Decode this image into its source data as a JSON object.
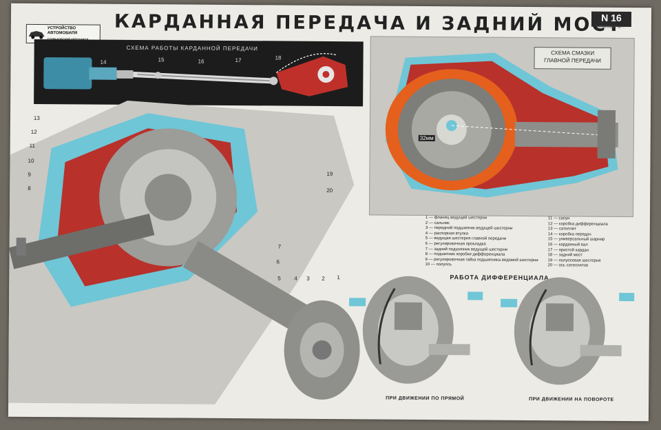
{
  "poster": {
    "title": "КАРДАННАЯ ПЕРЕДАЧА И ЗАДНИЙ МОСТ",
    "series_logo": [
      "УСТРОЙСТВО",
      "АВТОМОБИЛЯ",
      "Г.ГОРЬКОВСКИЙ АВТОЗАВОД"
    ],
    "sheet_number": "N 16",
    "sheet_sub": "КОМПЛЕКТ № ..."
  },
  "top_scheme": {
    "label": "СХЕМА РАБОТЫ КАРДАННОЙ ПЕРЕДАЧИ",
    "callouts": [
      "14",
      "15",
      "16",
      "17",
      "18"
    ]
  },
  "lubrication": {
    "label_line1": "СХЕМА СМАЗКИ",
    "label_line2": "ГЛАВНОЙ ПЕРЕДАЧИ",
    "dimension": "32мм"
  },
  "main_callouts": [
    "13",
    "12",
    "11",
    "10",
    "9",
    "8",
    "19",
    "20",
    "7",
    "6",
    "5",
    "4",
    "3",
    "2",
    "1"
  ],
  "legend": {
    "left": [
      "1 — фланец ведущей шестерни",
      "2 — сальник",
      "3 — передний подшипник ведущей шестерни",
      "4 — распорная втулка",
      "5 — ведущая шестерня главной передачи",
      "6 — регулировочная прокладка",
      "7 — задний подшипник ведущей шестерни",
      "8 — подшипник коробки дифференциала",
      "9 — регулировочная гайка подшипника ведомой шестерни",
      "10 — полуось"
    ],
    "right": [
      "11 — сапун",
      "12 — коробка дифференциала",
      "13 — сателлит",
      "14 — коробка передач",
      "15 — универсальный шарнир",
      "16 — карданный вал",
      "17 — пристой кардан",
      "18 — задний мост",
      "19 — полуосевая шестерня",
      "20 — ось сателлитов"
    ]
  },
  "differential": {
    "title": "РАБОТА ДИФФЕРЕНЦИАЛА",
    "caption_left": "ПРИ ДВИЖЕНИИ ПО ПРЯМОЙ",
    "caption_right": "ПРИ ДВИЖЕНИИ НА ПОВОРОТЕ"
  },
  "colors": {
    "paper": "#ecebe6",
    "housing_red": "#b8312b",
    "oil_orange": "#e5601c",
    "steel_cyan": "#6fc6d6",
    "metal_grey": "#9c9c98",
    "dark_panel": "#1c1c1c"
  }
}
